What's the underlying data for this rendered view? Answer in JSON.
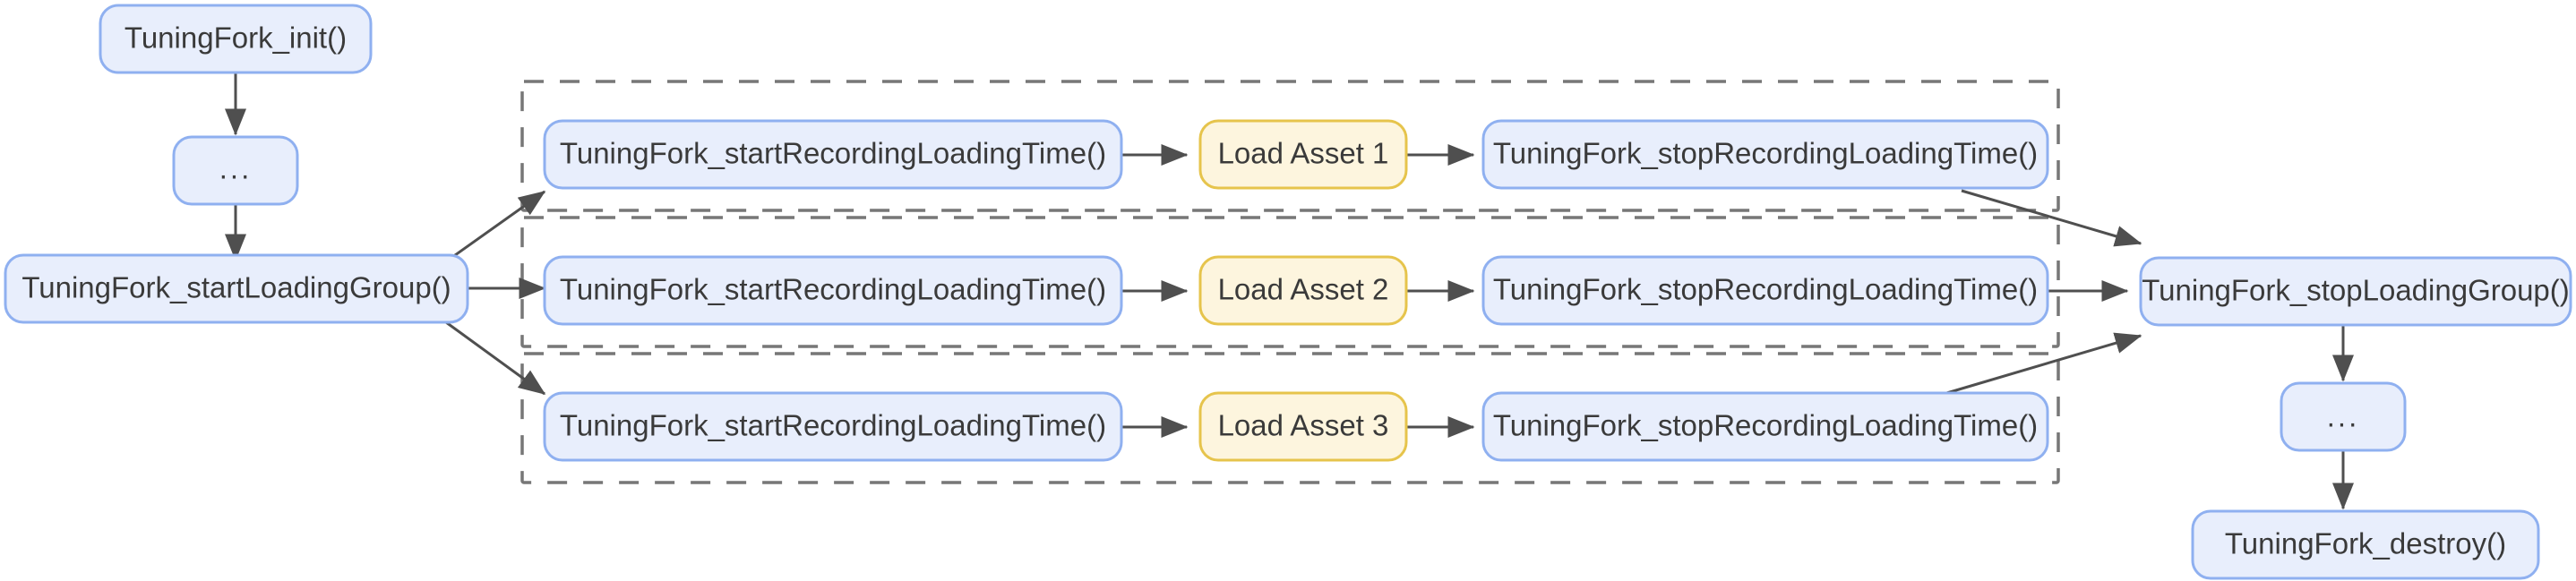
{
  "diagram": {
    "title": "Tuning Fork loading time instrumentation flow",
    "type": "flowchart",
    "direction": "left-to-right",
    "colors": {
      "node_fill": "#e8eefc",
      "node_stroke": "#8fb0f0",
      "asset_fill": "#fdf5de",
      "asset_stroke": "#e6c44c",
      "edge_stroke": "#4f4f4f",
      "group_stroke": "#777777",
      "text": "#3a3a3a",
      "background": "#ffffff"
    },
    "nodes": {
      "init": "TuningFork_init()",
      "ellipsis_top": "...",
      "start_loading_group": "TuningFork_startLoadingGroup()",
      "row1_start_recording": "TuningFork_startRecordingLoadingTime()",
      "row1_asset": "Load Asset 1",
      "row1_stop_recording": "TuningFork_stopRecordingLoadingTime()",
      "row2_start_recording": "TuningFork_startRecordingLoadingTime()",
      "row2_asset": "Load Asset 2",
      "row2_stop_recording": "TuningFork_stopRecordingLoadingTime()",
      "row3_start_recording": "TuningFork_startRecordingLoadingTime()",
      "row3_asset": "Load Asset 3",
      "row3_stop_recording": "TuningFork_stopRecordingLoadingTime()",
      "stop_loading_group": "TuningFork_stopLoadingGroup()",
      "ellipsis_bottom": "...",
      "destroy": "TuningFork_destroy()"
    },
    "groups": [
      {
        "id": "asset-group-1",
        "label": ""
      },
      {
        "id": "asset-group-2",
        "label": ""
      },
      {
        "id": "asset-group-3",
        "label": ""
      }
    ],
    "edges": [
      {
        "from": "init",
        "to": "ellipsis_top"
      },
      {
        "from": "ellipsis_top",
        "to": "start_loading_group"
      },
      {
        "from": "start_loading_group",
        "to": "row1_start_recording"
      },
      {
        "from": "start_loading_group",
        "to": "row2_start_recording"
      },
      {
        "from": "start_loading_group",
        "to": "row3_start_recording"
      },
      {
        "from": "row1_start_recording",
        "to": "row1_asset"
      },
      {
        "from": "row1_asset",
        "to": "row1_stop_recording"
      },
      {
        "from": "row2_start_recording",
        "to": "row2_asset"
      },
      {
        "from": "row2_asset",
        "to": "row2_stop_recording"
      },
      {
        "from": "row3_start_recording",
        "to": "row3_asset"
      },
      {
        "from": "row3_asset",
        "to": "row3_stop_recording"
      },
      {
        "from": "row1_stop_recording",
        "to": "stop_loading_group"
      },
      {
        "from": "row2_stop_recording",
        "to": "stop_loading_group"
      },
      {
        "from": "row3_stop_recording",
        "to": "stop_loading_group"
      },
      {
        "from": "stop_loading_group",
        "to": "ellipsis_bottom"
      },
      {
        "from": "ellipsis_bottom",
        "to": "destroy"
      }
    ]
  }
}
